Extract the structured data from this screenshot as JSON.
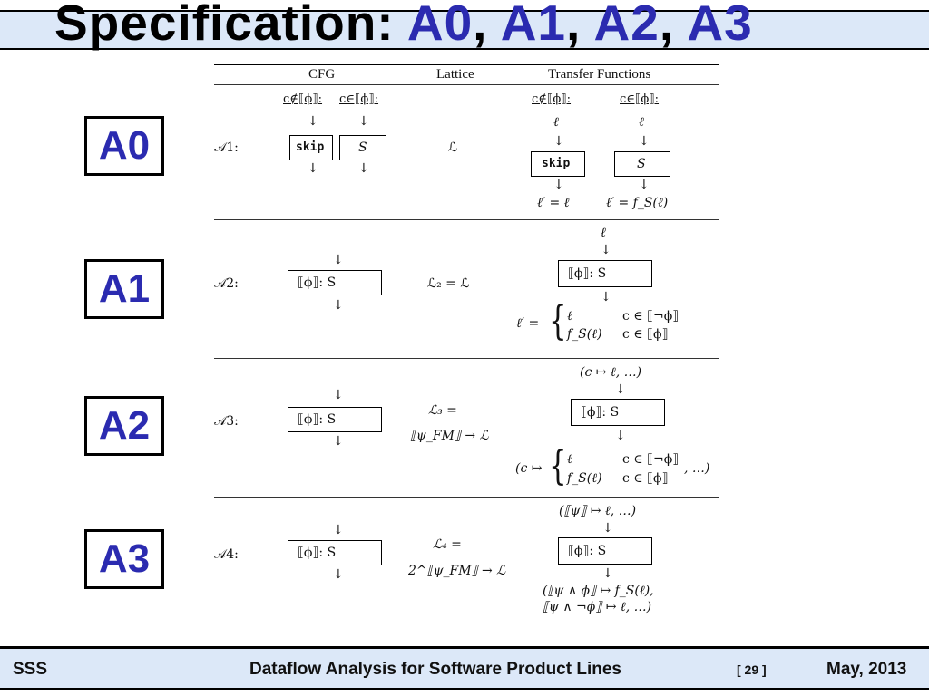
{
  "slide": {
    "title_prefix": "Specification: ",
    "title_items": [
      "A0",
      ", ",
      "A1",
      ", ",
      "A2",
      ", ",
      "A3"
    ],
    "labels": [
      "A0",
      "A1",
      "A2",
      "A3"
    ]
  },
  "table": {
    "headers": {
      "cfg": "CFG",
      "lattice": "Lattice",
      "transfer": "Transfer Functions"
    },
    "rows": [
      {
        "name": "𝒜1:",
        "cfg_cond_left": "c∉⟦ϕ⟧:",
        "cfg_cond_right": "c∈⟦ϕ⟧:",
        "cfg_box_left": "skip",
        "cfg_box_right": "S",
        "lattice": "ℒ",
        "tf_cond_left": "c∉⟦ϕ⟧:",
        "tf_cond_right": "c∈⟦ϕ⟧:",
        "tf_in": "ℓ",
        "tf_box_left": "skip",
        "tf_box_right": "S",
        "tf_out_left": "ℓ′ = ℓ",
        "tf_out_right": "ℓ′ = f_S(ℓ)"
      },
      {
        "name": "𝒜2:",
        "cfg_box": "⟦ϕ⟧:  S",
        "lattice": "ℒ₂ = ℒ",
        "tf_in": "ℓ",
        "tf_box": "⟦ϕ⟧:  S",
        "tf_out_lhs": "ℓ′ =",
        "tf_case1_val": "ℓ",
        "tf_case1_cond": "c ∈ ⟦¬ϕ⟧",
        "tf_case2_val": "f_S(ℓ)",
        "tf_case2_cond": "c ∈ ⟦ϕ⟧"
      },
      {
        "name": "𝒜3:",
        "cfg_box": "⟦ϕ⟧:  S",
        "lattice_l1": "ℒ₃ =",
        "lattice_l2": "⟦ψ_FM⟧ → ℒ",
        "tf_in": "(c ↦ ℓ, …)",
        "tf_box": "⟦ϕ⟧:  S",
        "tf_out_lhs": "(c ↦",
        "tf_case1_val": "ℓ",
        "tf_case1_cond": "c ∈ ⟦¬ϕ⟧",
        "tf_case2_val": "f_S(ℓ)",
        "tf_case2_cond": "c ∈ ⟦ϕ⟧",
        "tf_out_tail": ", …)"
      },
      {
        "name": "𝒜4:",
        "cfg_box": "⟦ϕ⟧:  S",
        "lattice_l1": "ℒ₄ =",
        "lattice_l2": "2^⟦ψ_FM⟧ → ℒ",
        "tf_in": "(⟦ψ⟧ ↦ ℓ, …)",
        "tf_box": "⟦ϕ⟧:  S",
        "tf_out_l1": "(⟦ψ ∧ ϕ⟧ ↦ f_S(ℓ),",
        "tf_out_l2": "⟦ψ ∧ ¬ϕ⟧ ↦ ℓ, …)"
      }
    ]
  },
  "footer": {
    "left": "SSS",
    "center": "Dataflow Analysis for Software Product Lines",
    "page": "[ 29 ]",
    "date": "May, 2013"
  }
}
